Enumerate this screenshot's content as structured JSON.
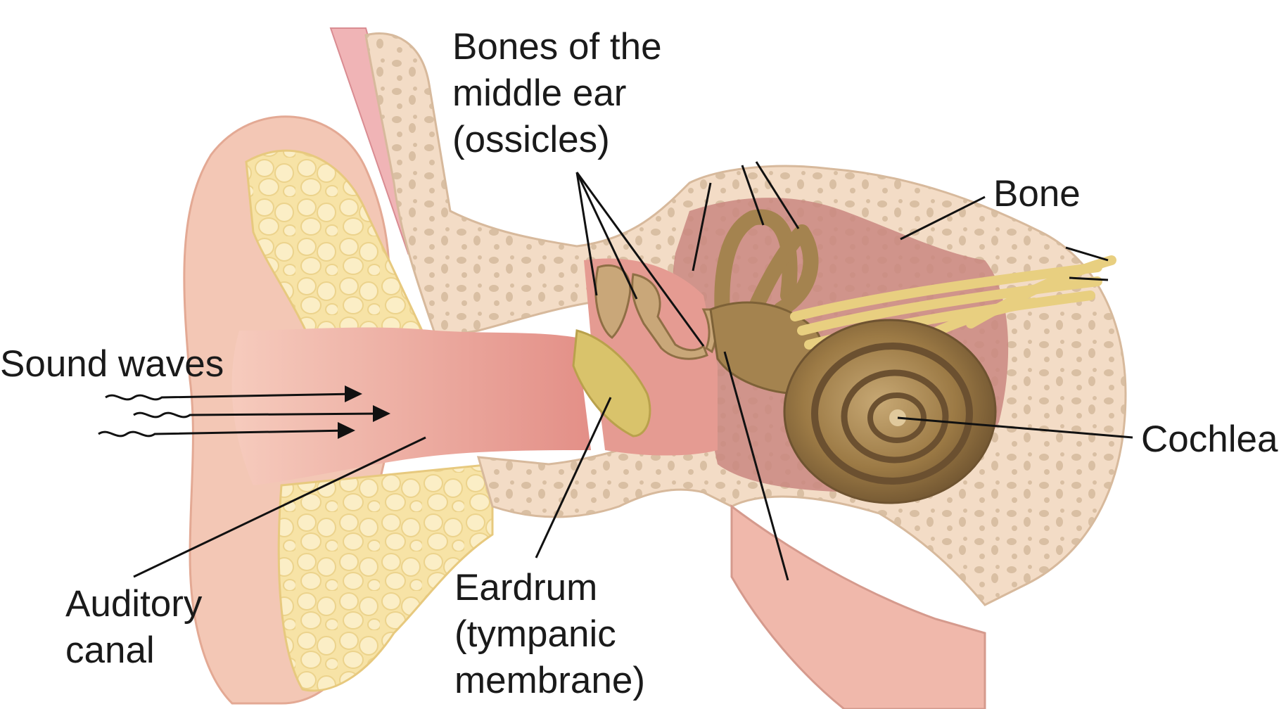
{
  "labels": {
    "ossicles": [
      "Bones of the",
      "middle ear",
      "(ossicles)"
    ],
    "bone": "Bone",
    "sound_waves": "Sound waves",
    "cochlea": "Cochlea",
    "auditory_canal": [
      "Auditory",
      "canal"
    ],
    "eardrum": [
      "Eardrum",
      "(tympanic",
      "membrane)"
    ]
  },
  "colors": {
    "skin": "#f3c7b5",
    "skin_dark": "#e9a796",
    "canal": "#ec9e94",
    "fat": "#f7e4a6",
    "bone": "#f3dcc6",
    "bone_pore": "#d9c0a6",
    "cochlea": "#9c7a45",
    "nerve": "#e8cf80",
    "eardrum": "#d9c36b",
    "line": "#111111"
  }
}
